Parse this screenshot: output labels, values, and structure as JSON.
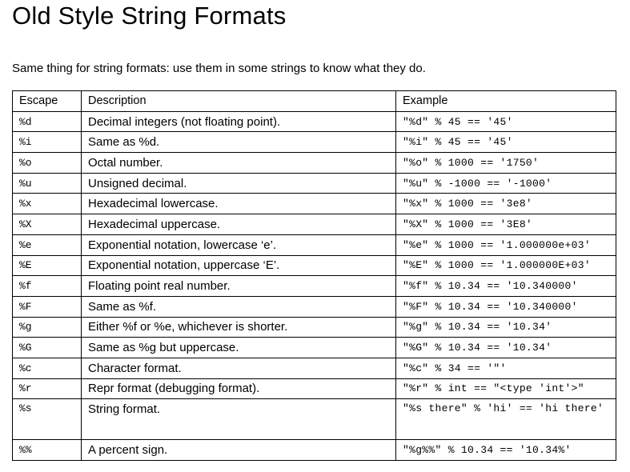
{
  "title": "Old Style String Formats",
  "intro": "Same thing for string formats: use them in some strings to know what they do.",
  "table": {
    "headers": {
      "escape": "Escape",
      "description": "Description",
      "example": "Example"
    },
    "rows": [
      {
        "escape": "%d",
        "description": "Decimal integers (not floating point).",
        "example": "\"%d\" % 45 == '45'"
      },
      {
        "escape": "%i",
        "description": "Same as %d.",
        "example": "\"%i\" % 45 == '45'"
      },
      {
        "escape": "%o",
        "description": "Octal number.",
        "example": "\"%o\" % 1000 == '1750'"
      },
      {
        "escape": "%u",
        "description": "Unsigned decimal.",
        "example": "\"%u\" % -1000 == '-1000'"
      },
      {
        "escape": "%x",
        "description": "Hexadecimal lowercase.",
        "example": "\"%x\" % 1000 == '3e8'"
      },
      {
        "escape": "%X",
        "description": "Hexadecimal uppercase.",
        "example": "\"%X\" % 1000 == '3E8'"
      },
      {
        "escape": "%e",
        "description": "Exponential notation, lowercase ‘e’.",
        "example": "\"%e\" % 1000 == '1.000000e+03'"
      },
      {
        "escape": "%E",
        "description": "Exponential notation, uppercase ‘E’.",
        "example": "\"%E\" % 1000 == '1.000000E+03'"
      },
      {
        "escape": "%f",
        "description": "Floating point real number.",
        "example": "\"%f\" % 10.34 == '10.340000'"
      },
      {
        "escape": "%F",
        "description": "Same as %f.",
        "example": "\"%F\" % 10.34 == '10.340000'"
      },
      {
        "escape": "%g",
        "description": "Either %f or %e, whichever is shorter.",
        "example": "\"%g\" % 10.34 == '10.34'"
      },
      {
        "escape": "%G",
        "description": "Same as %g but uppercase.",
        "example": "\"%G\" % 10.34 == '10.34'"
      },
      {
        "escape": "%c",
        "description": "Character format.",
        "example": "\"%c\" % 34 == '\"'"
      },
      {
        "escape": "%r",
        "description": "Repr format (debugging format).",
        "example": "\"%r\" % int == \"<type 'int'>\""
      },
      {
        "escape": "%s",
        "description": "String format.",
        "example": "\"%s there\" % 'hi' == 'hi there'"
      },
      {
        "escape": "%%",
        "description": "A percent sign.",
        "example": "\"%g%%\" % 10.34 == '10.34%'"
      }
    ]
  }
}
